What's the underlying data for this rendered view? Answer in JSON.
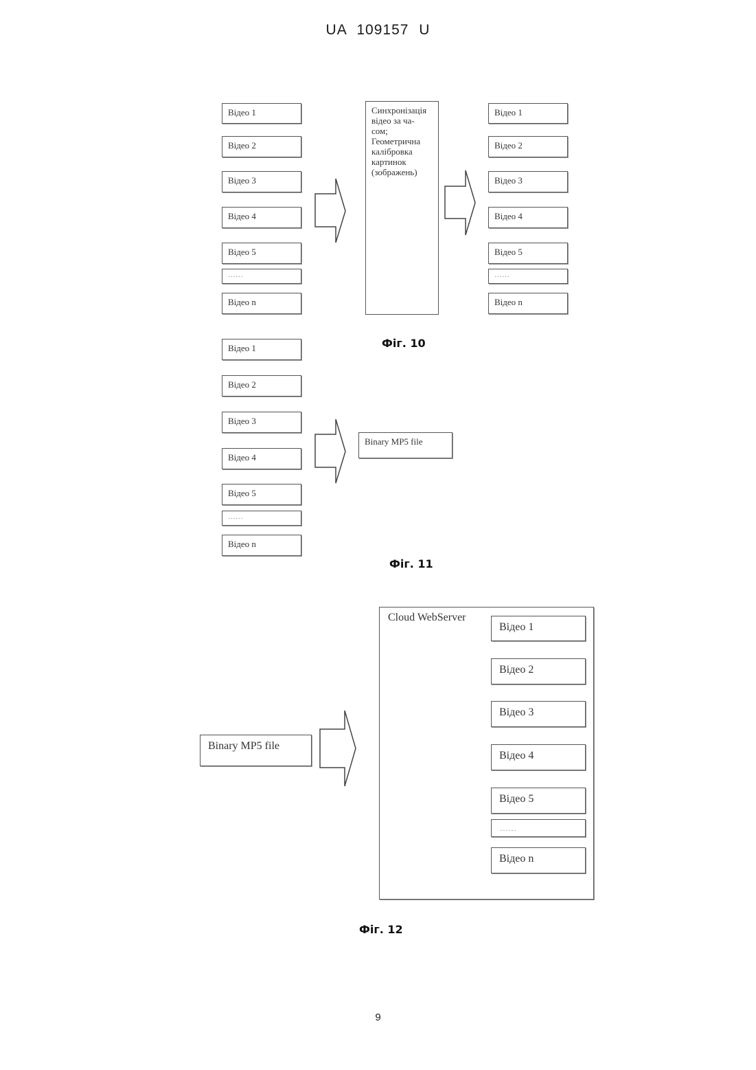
{
  "header": {
    "patent_number": "UA   109157   U"
  },
  "fig10": {
    "inputs": [
      "Відео 1",
      "Відео 2",
      "Відео 3",
      "Відео 4",
      "Відео 5",
      "……",
      "Відео n"
    ],
    "sync_lines": [
      "Синхронізація",
      "відео за ча-",
      "сом;",
      "Геометрична",
      "калібровка",
      "картинок",
      "(зображень)"
    ],
    "outputs": [
      "Відео 1",
      "Відео 2",
      "Відео 3",
      "Відео 4",
      "Відео 5",
      "……",
      "Відео n"
    ],
    "caption": "Фіг. 10"
  },
  "fig11": {
    "inputs": [
      "Відео 1",
      "Відео 2",
      "Відео 3",
      "Відео 4",
      "Відео 5",
      "……",
      "Відео n"
    ],
    "output": "Binary MP5 file",
    "caption": "Фіг. 11"
  },
  "fig12": {
    "input": "Binary MP5 file",
    "server_title": "Cloud WebServer",
    "videos": [
      "Відео 1",
      "Відео 2",
      "Відео 3",
      "Відео 4",
      "Відео 5",
      "……",
      "Відео n"
    ],
    "caption": "Фіг. 12"
  },
  "page_number": "9"
}
